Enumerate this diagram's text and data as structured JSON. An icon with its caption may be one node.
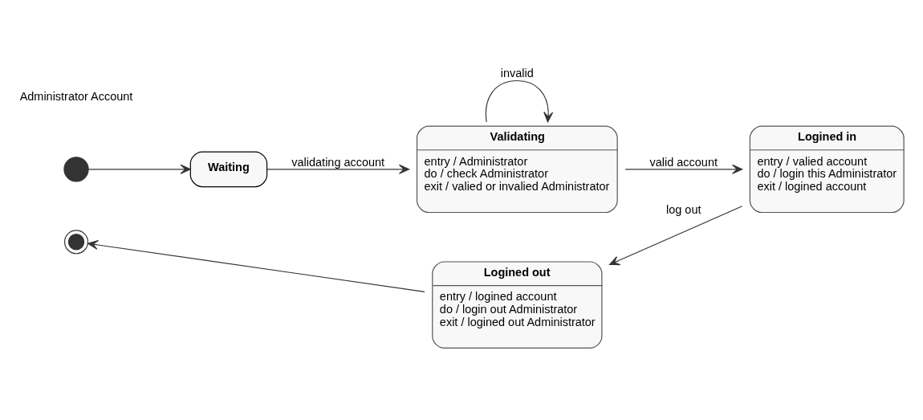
{
  "diagram": {
    "nodes": [
      {
        "text": [],
        "shape": "circle"
      },
      {
        "text": [
          "Waiting"
        ]
      },
      {
        "text": [
          "Validating",
          "entry / Administrator",
          "do / check Administrator",
          "exit / valied or invalied Administrator"
        ]
      },
      {
        "text": [
          "Logined in",
          "entry / valied account",
          "do / login this Administrator",
          "exit / logined account"
        ]
      },
      {
        "text": [
          "Logined out",
          "entry / logined account",
          "do / login out Administrator",
          "exit / logined out Administrator"
        ]
      },
      {
        "text": [],
        "shape": "circle"
      }
    ],
    "edges": [
      {
        "from": 0,
        "to": 1,
        "arrow": "to"
      },
      {
        "from": 1,
        "to": 2,
        "label": "validating account",
        "arrow": "to"
      },
      {
        "from": 2,
        "to": 2,
        "label": "invalid",
        "arrow": "to"
      },
      {
        "from": 2,
        "to": 3,
        "label": "valid account",
        "arrow": "to"
      },
      {
        "from": 3,
        "to": 4,
        "label": "log out",
        "arrow": "to"
      },
      {
        "from": 4,
        "to": 5,
        "arrow": "to"
      }
    ],
    "labels": [
      "Administrator Account"
    ]
  }
}
